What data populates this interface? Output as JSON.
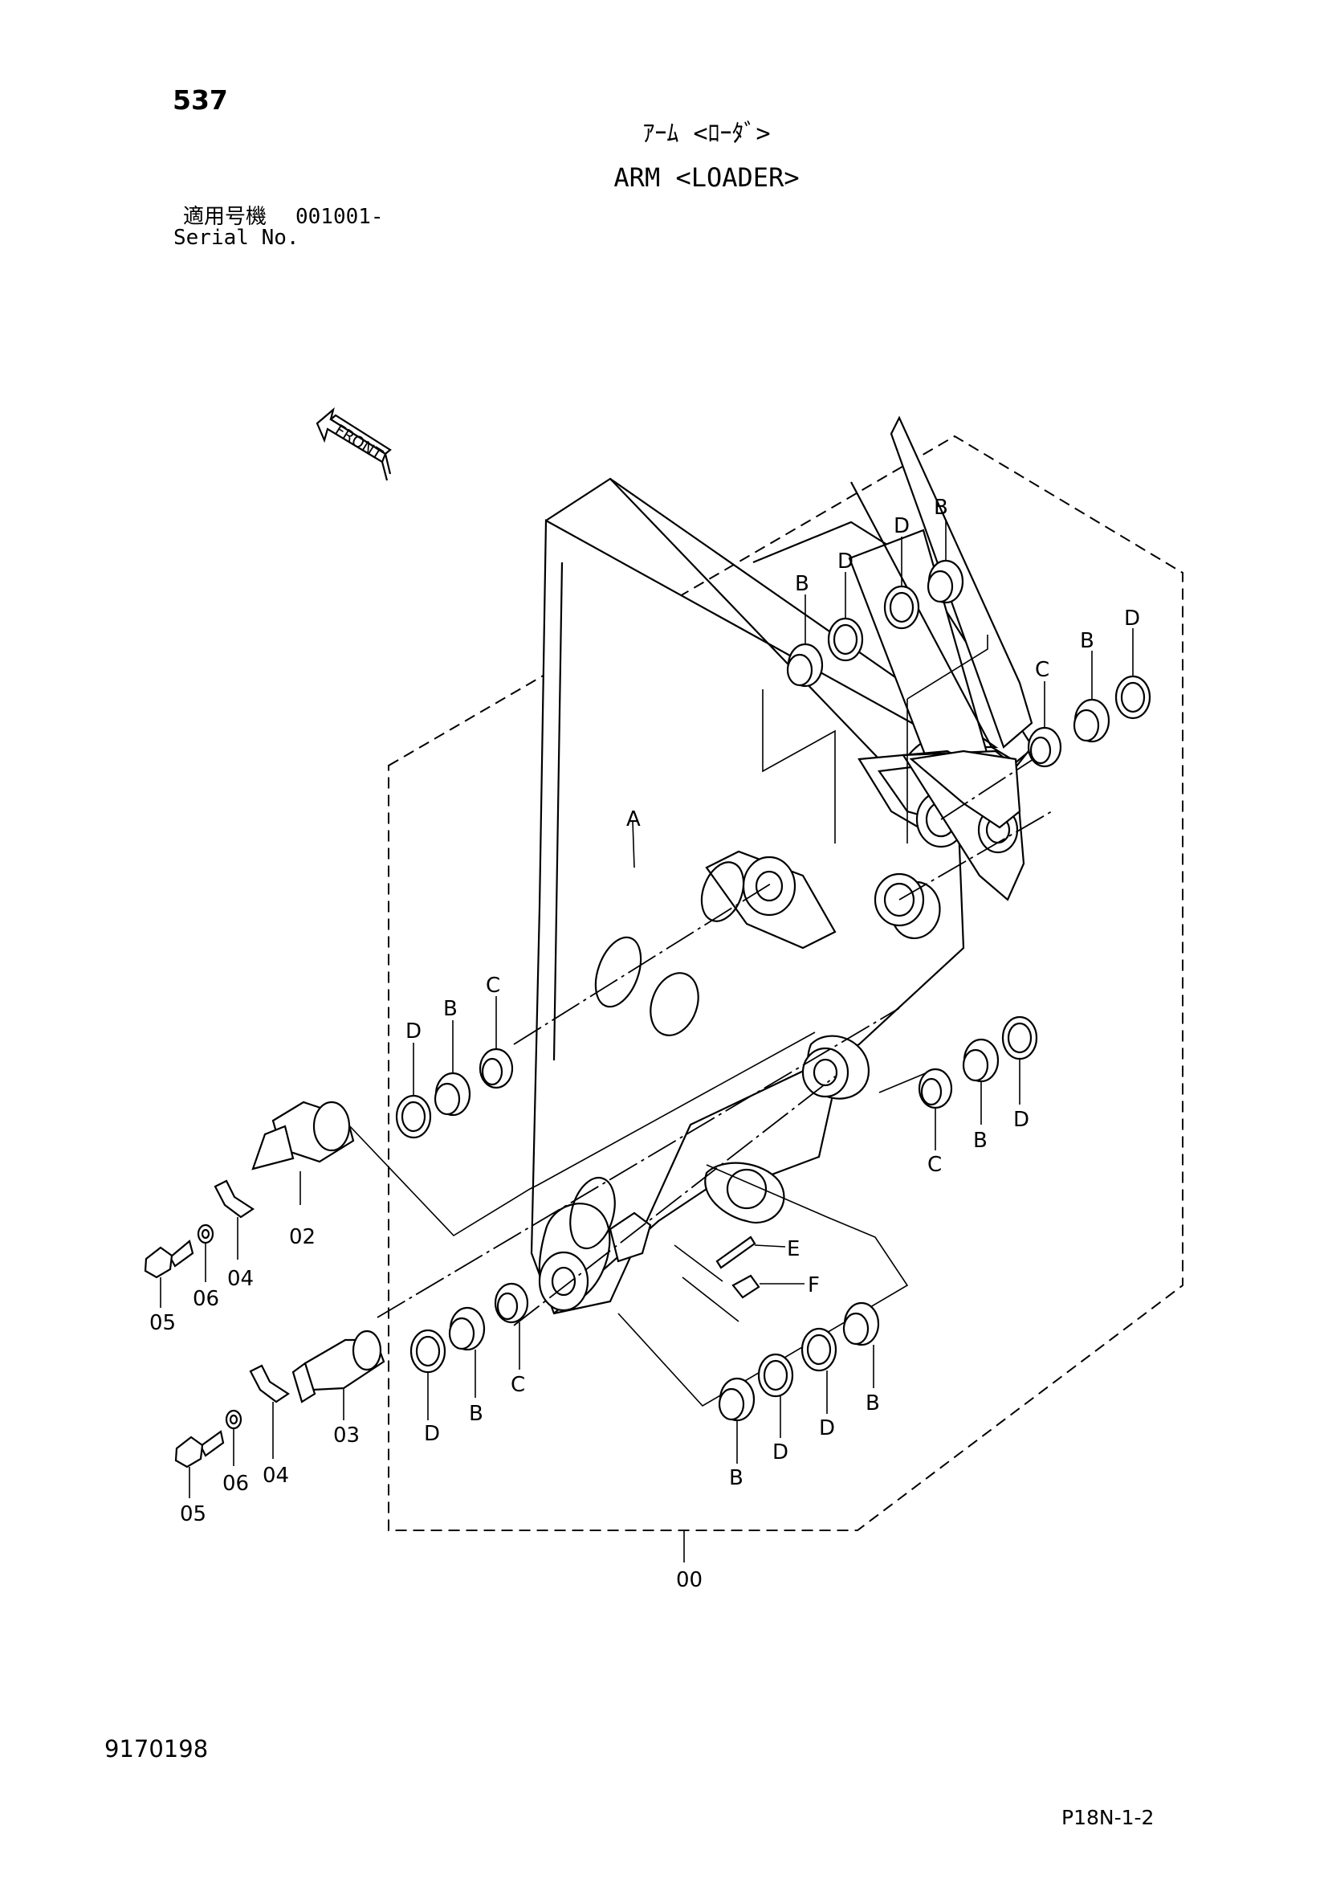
{
  "header": {
    "page_number": "537",
    "title_jp": "ｱｰﾑ <ﾛｰﾀﾞ>",
    "title_en": "ARM <LOADER>",
    "serial_label_jp": "適用号機",
    "serial_range": "001001-",
    "serial_label_en": "Serial No."
  },
  "front_arrow": {
    "label": "FRONT"
  },
  "callouts": {
    "assembly": "00",
    "pin_upper": "02",
    "pin_lower": "03",
    "plate_upper": "04",
    "plate_lower": "04",
    "bolt_upper": "05",
    "bolt_lower": "05",
    "washer_upper": "06",
    "washer_lower": "06",
    "arm_body": "A",
    "fitting_e": "E",
    "fitting_f": "F",
    "top_b1": "B",
    "top_d1": "D",
    "top_d2": "D",
    "top_b2": "B",
    "right_c": "C",
    "right_b": "B",
    "right_d": "D",
    "left_d": "D",
    "left_b": "B",
    "left_c": "C",
    "mid_c": "C",
    "mid_b": "B",
    "mid_d": "D",
    "low_d": "D",
    "low_b": "B",
    "low_c": "C",
    "bot_b1": "B",
    "bot_d1": "D",
    "bot_d2": "D",
    "bot_b2": "B"
  },
  "footer": {
    "doc_code": "9170198",
    "sheet_ref": "P18N-1-2"
  }
}
